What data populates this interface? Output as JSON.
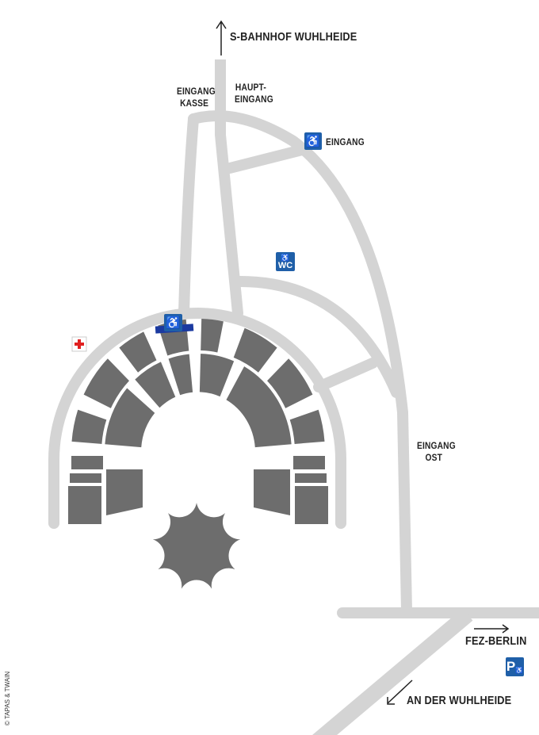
{
  "labels": {
    "sbahnhof": "S-BAHNHOF WUHLHEIDE",
    "eingang_kasse": "EINGANG KASSE",
    "haupteingang": "HAUPT- EINGANG",
    "eingang_accessible": "EINGANG",
    "eingang_ost": "EINGANG OST",
    "fez_berlin": "FEZ-BERLIN",
    "an_der_wuhlheide": "AN DER WUHLHEIDE",
    "wc": "WC",
    "parking": "P",
    "copyright": "© TAPAS & TWAIN"
  },
  "icons": [
    "arrow-up-icon",
    "arrow-right-icon",
    "arrow-down-left-icon",
    "wheelchair-icon",
    "wc-icon",
    "first-aid-icon",
    "accessible-parking-icon"
  ],
  "colors": {
    "road": "#d4d4d4",
    "seating": "#6d6d6d",
    "stage": "#6d6d6d",
    "accessible_blue": "#1f5fa8",
    "accessible_zone": "#1b3aa0",
    "first_aid": "#e02020"
  }
}
